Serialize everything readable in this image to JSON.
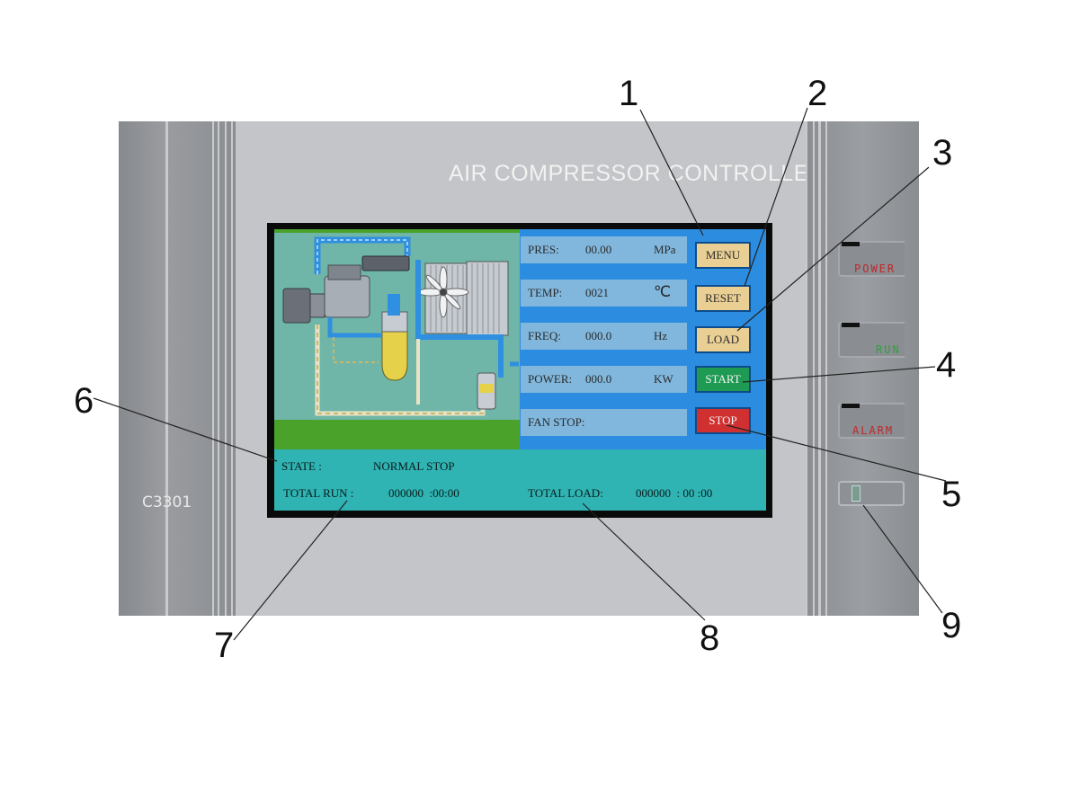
{
  "controller": {
    "title": "AIR COMPRESSOR CONTROLLER",
    "model": "C3301"
  },
  "readings": [
    {
      "label": "PRES:",
      "value": "00.00",
      "unit": "MPa"
    },
    {
      "label": "TEMP:",
      "value": "0021",
      "unit": "℃"
    },
    {
      "label": "FREQ:",
      "value": "000.0",
      "unit": "Hz"
    },
    {
      "label": "POWER:",
      "value": "000.0",
      "unit": "KW"
    },
    {
      "label": "FAN STOP:",
      "value": "",
      "unit": ""
    }
  ],
  "buttons": {
    "menu": "MENU",
    "reset": "RESET",
    "load": "LOAD",
    "start": "START",
    "stop": "STOP"
  },
  "status": {
    "state_label": "STATE :",
    "state_value": "NORMAL STOP",
    "total_run_label": "TOTAL RUN :",
    "total_run_value": "000000  :00:00",
    "total_load_label": "TOTAL LOAD:",
    "total_load_value": "000000  : 00 :00"
  },
  "indicators": {
    "power": "POWER",
    "run": "RUN",
    "alarm": "ALARM"
  },
  "indicator_colors": {
    "power": "#c0282a",
    "run": "#2aa53c",
    "alarm": "#c0282a"
  },
  "callouts": [
    "1",
    "2",
    "3",
    "4",
    "5",
    "6",
    "7",
    "8",
    "9"
  ]
}
